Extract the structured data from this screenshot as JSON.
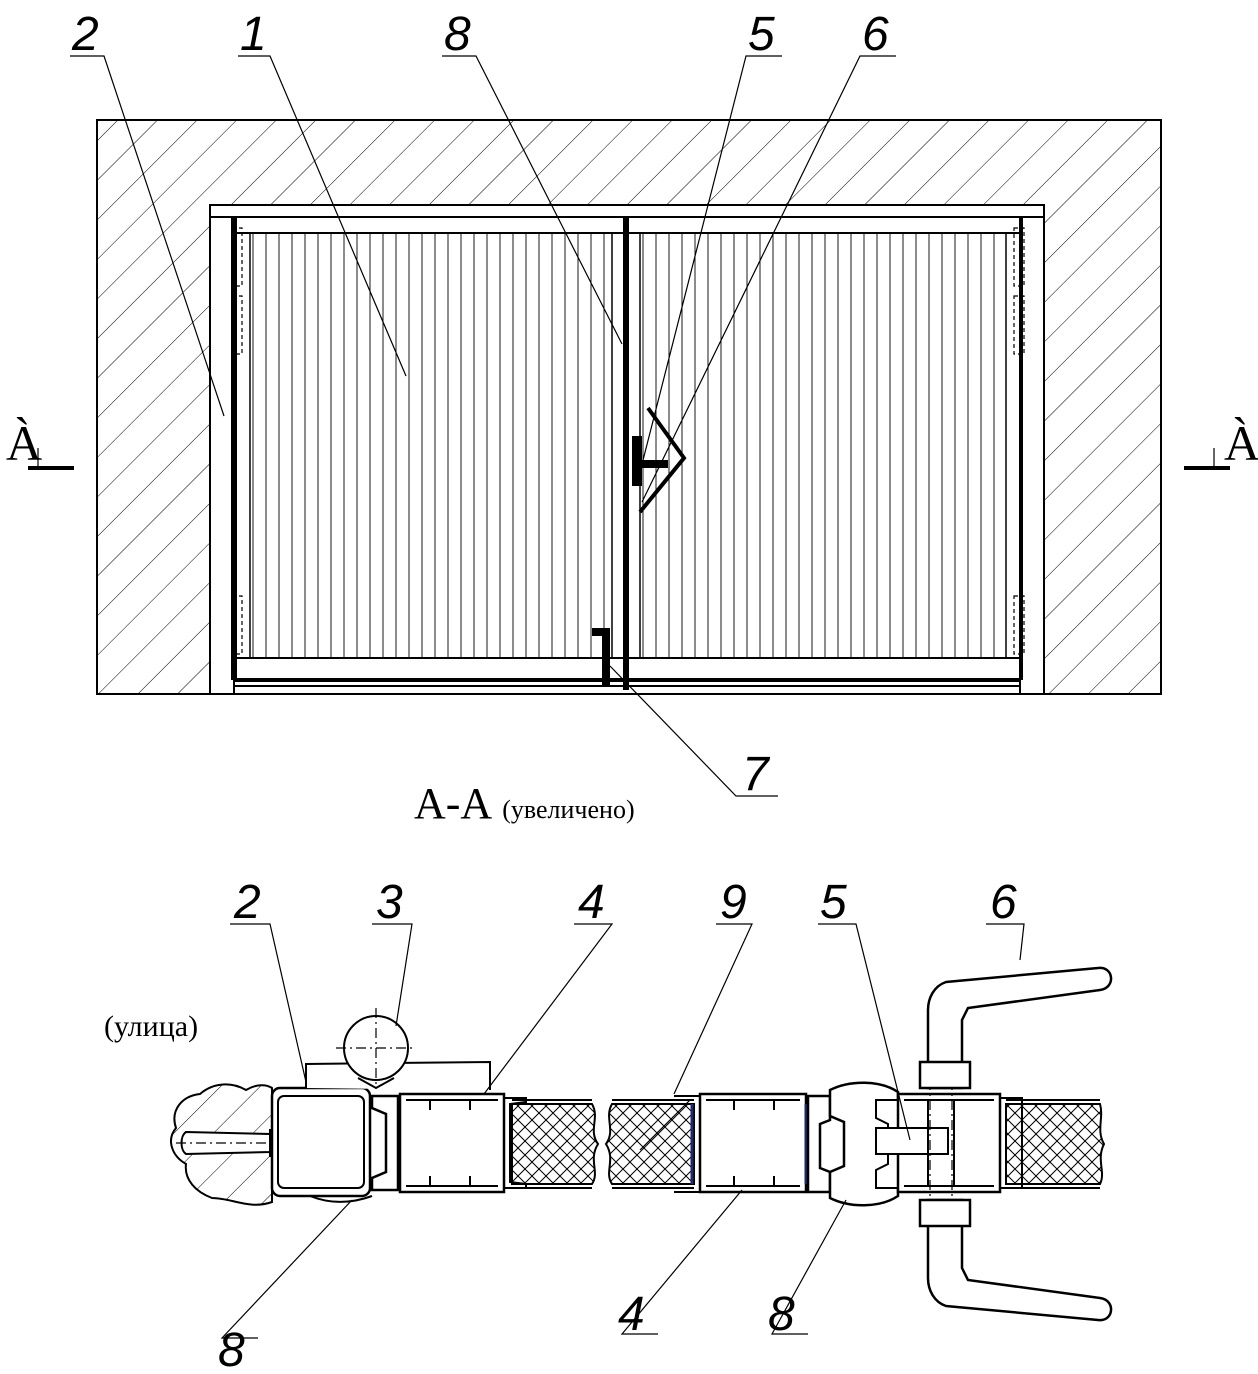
{
  "callouts": {
    "top_2": "2",
    "top_1": "1",
    "top_8": "8",
    "top_5": "5",
    "top_6": "6",
    "top_7": "7",
    "bot_2": "2",
    "bot_3": "3",
    "bot_4a": "4",
    "bot_9": "9",
    "bot_5": "5",
    "bot_6": "6",
    "bot_8a": "8",
    "bot_4b": "4",
    "bot_8b": "8"
  },
  "section_marks": {
    "left": "À",
    "right": "À"
  },
  "section_title": {
    "main": "A-A",
    "sub": "(увеличено)"
  },
  "street_note": "(улица)"
}
